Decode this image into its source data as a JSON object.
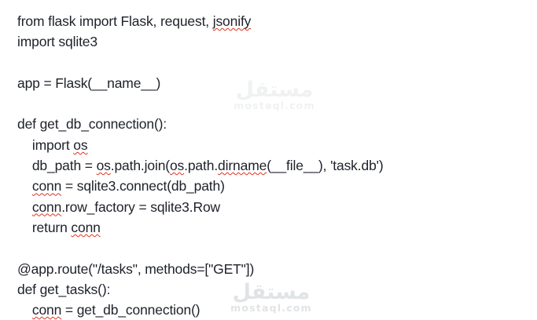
{
  "page": {
    "background_color": "#ffffff"
  },
  "code": {
    "language": "python",
    "text_color": "#1d2129",
    "squiggle_color": "#e0321f",
    "lines": [
      {
        "segments": [
          {
            "t": "from flask import Flask, request, "
          },
          {
            "t": "jsonify",
            "sq": true
          }
        ]
      },
      {
        "segments": [
          {
            "t": "import sqlite3"
          }
        ]
      },
      {
        "segments": []
      },
      {
        "segments": [
          {
            "t": "app = Flask(__name__)"
          }
        ]
      },
      {
        "segments": []
      },
      {
        "segments": [
          {
            "t": "def get_db_connection():"
          }
        ]
      },
      {
        "segments": [
          {
            "t": "    import "
          },
          {
            "t": "os",
            "sq": true
          }
        ]
      },
      {
        "segments": [
          {
            "t": "    db_path = "
          },
          {
            "t": "os",
            "sq": true
          },
          {
            "t": ".path.join("
          },
          {
            "t": "os",
            "sq": true
          },
          {
            "t": ".path."
          },
          {
            "t": "dirname",
            "sq": true
          },
          {
            "t": "(__file__), 'task.db')"
          }
        ]
      },
      {
        "segments": [
          {
            "t": "    "
          },
          {
            "t": "conn",
            "sq": true
          },
          {
            "t": " = sqlite3.connect(db_path)"
          }
        ]
      },
      {
        "segments": [
          {
            "t": "    "
          },
          {
            "t": "conn",
            "sq": true
          },
          {
            "t": ".row_factory = sqlite3.Row"
          }
        ]
      },
      {
        "segments": [
          {
            "t": "    return "
          },
          {
            "t": "conn",
            "sq": true
          }
        ]
      },
      {
        "segments": []
      },
      {
        "segments": [
          {
            "t": "@app.route(\"/tasks\", methods=[\"GET\"])"
          }
        ]
      },
      {
        "segments": [
          {
            "t": "def get_tasks():"
          }
        ]
      },
      {
        "segments": [
          {
            "t": "    "
          },
          {
            "t": "conn",
            "sq": true
          },
          {
            "t": " = get_db_connection()"
          }
        ]
      }
    ]
  },
  "watermarks": {
    "color": "#e1e4e6",
    "middle": {
      "arabic": "مستقل",
      "domain": "mostaql.com"
    },
    "bottom": {
      "arabic": "مستقل",
      "domain": "mostaql.com"
    }
  }
}
